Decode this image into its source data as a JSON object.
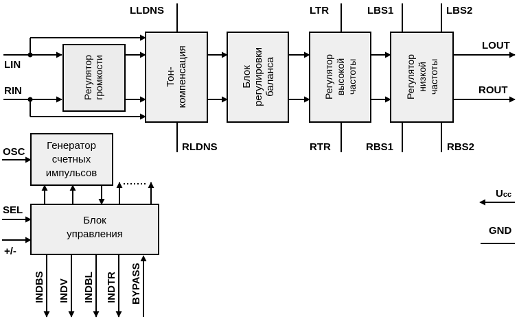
{
  "inputs": {
    "lin": "LIN",
    "rin": "RIN",
    "osc": "OSC",
    "sel": "SEL",
    "plus_minus": "+/-"
  },
  "outputs": {
    "lout": "LOUT",
    "rout": "ROUT"
  },
  "pins": {
    "lldns": "LLDNS",
    "rldns": "RLDNS",
    "ltr": "LTR",
    "rtr": "RTR",
    "lbs1": "LBS1",
    "lbs2": "LBS2",
    "rbs1": "RBS1",
    "rbs2": "RBS2"
  },
  "blocks": {
    "volume": [
      "Регулятор",
      "громкости"
    ],
    "tone": [
      "Тон-",
      "компенсация"
    ],
    "balance": [
      "Блок",
      "регулировки",
      "баланса"
    ],
    "treble": [
      "Регулятор",
      "высокой",
      "частоты"
    ],
    "bass": [
      "Регулятор",
      "низкой",
      "частоты"
    ],
    "generator": [
      "Генератор",
      "счетных",
      "импульсов"
    ],
    "control": [
      "Блок",
      "управления"
    ]
  },
  "control_outputs": [
    "INDBS",
    "INDV",
    "INDBL",
    "INDTR",
    "BYPASS"
  ],
  "power": {
    "ucc_main": "U",
    "ucc_sub": "cc",
    "gnd": "GND"
  }
}
